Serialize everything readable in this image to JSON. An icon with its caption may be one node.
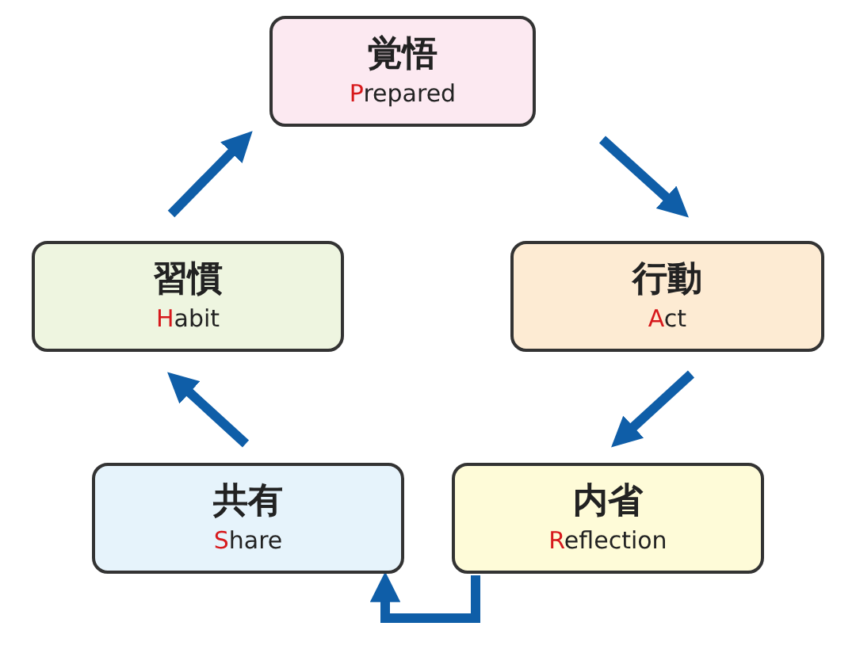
{
  "diagram": {
    "nodes": [
      {
        "text": [
          "覚悟",
          "Prepared"
        ]
      },
      {
        "text": [
          "行動",
          "Act"
        ]
      },
      {
        "text": [
          "内省",
          "Reflection"
        ]
      },
      {
        "text": [
          "共有",
          "Share"
        ]
      },
      {
        "text": [
          "習慣",
          "Habit"
        ]
      }
    ],
    "edges": [
      {
        "from": 0,
        "to": 1,
        "arrow": "to"
      },
      {
        "from": 1,
        "to": 2,
        "arrow": "to"
      },
      {
        "from": 2,
        "to": 3,
        "arrow": "to"
      },
      {
        "from": 3,
        "to": 4,
        "arrow": "to"
      },
      {
        "from": 4,
        "to": 0,
        "arrow": "to"
      }
    ]
  }
}
